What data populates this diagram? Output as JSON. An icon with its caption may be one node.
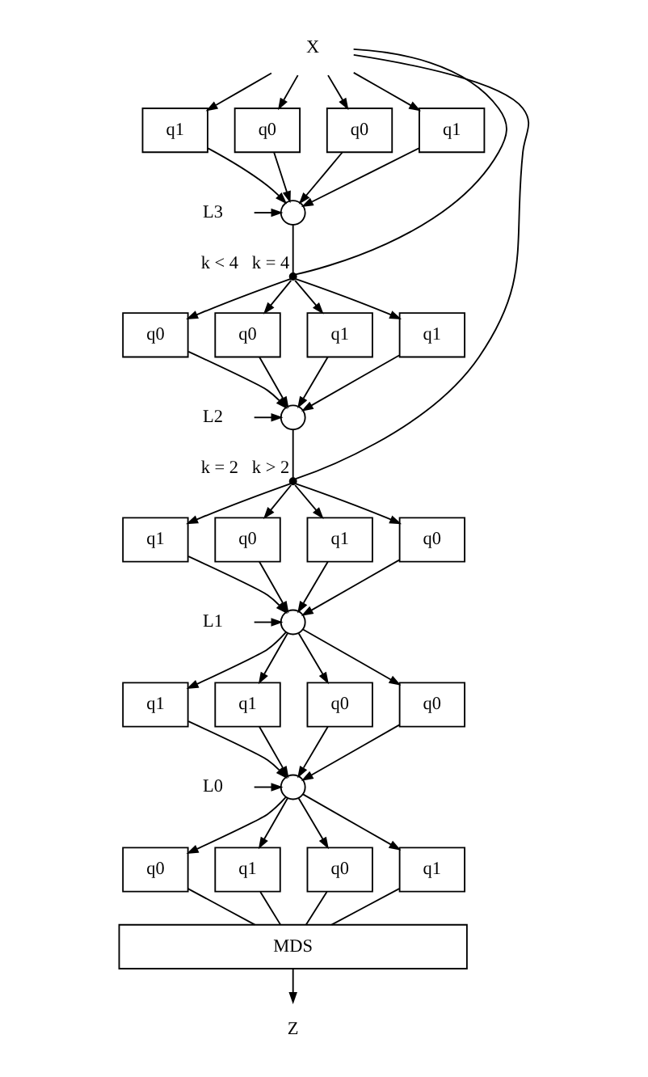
{
  "diagram": {
    "nodes": [
      {
        "text": [
          "X"
        ]
      },
      {
        "text": [
          "q1"
        ]
      },
      {
        "text": [
          "q0"
        ]
      },
      {
        "text": [
          "q0"
        ]
      },
      {
        "text": [
          "q1"
        ]
      },
      {
        "text": [],
        "shape": "circle"
      },
      {
        "text": [
          "L3"
        ]
      },
      {
        "text": [],
        "shape": "switch",
        "beside": [
          "k < 4",
          "k = 4"
        ]
      },
      {
        "text": [
          "q0"
        ]
      },
      {
        "text": [
          "q0"
        ]
      },
      {
        "text": [
          "q1"
        ]
      },
      {
        "text": [
          "q1"
        ]
      },
      {
        "text": [],
        "shape": "circle"
      },
      {
        "text": [
          "L2"
        ]
      },
      {
        "text": [],
        "shape": "switch",
        "beside": [
          "k = 2",
          "k > 2"
        ]
      },
      {
        "text": [
          "q1"
        ]
      },
      {
        "text": [
          "q0"
        ]
      },
      {
        "text": [
          "q1"
        ]
      },
      {
        "text": [
          "q0"
        ]
      },
      {
        "text": [],
        "shape": "circle"
      },
      {
        "text": [
          "L1"
        ]
      },
      {
        "text": [
          "q1"
        ]
      },
      {
        "text": [
          "q1"
        ]
      },
      {
        "text": [
          "q0"
        ]
      },
      {
        "text": [
          "q0"
        ]
      },
      {
        "text": [],
        "shape": "circle"
      },
      {
        "text": [
          "L0"
        ]
      },
      {
        "text": [
          "q0"
        ]
      },
      {
        "text": [
          "q1"
        ]
      },
      {
        "text": [
          "q0"
        ]
      },
      {
        "text": [
          "q1"
        ]
      },
      {
        "text": [
          "MDS"
        ]
      },
      {
        "text": [
          "Z"
        ]
      }
    ],
    "edges": [
      {
        "from": 0,
        "to": 1,
        "arrow": "to"
      },
      {
        "from": 0,
        "to": 2,
        "arrow": "to"
      },
      {
        "from": 0,
        "to": 3,
        "arrow": "to"
      },
      {
        "from": 0,
        "to": 4,
        "arrow": "to"
      },
      {
        "from": 1,
        "to": 5,
        "arrow": "to"
      },
      {
        "from": 2,
        "to": 5,
        "arrow": "to"
      },
      {
        "from": 3,
        "to": 5,
        "arrow": "to"
      },
      {
        "from": 4,
        "to": 5,
        "arrow": "to"
      },
      {
        "from": 6,
        "to": 5,
        "arrow": "to"
      },
      {
        "from": 5,
        "to": 7,
        "arrow": "none"
      },
      {
        "from": 0,
        "to": 7,
        "arrow": "none"
      },
      {
        "from": 7,
        "to": 8,
        "arrow": "to"
      },
      {
        "from": 7,
        "to": 9,
        "arrow": "to"
      },
      {
        "from": 7,
        "to": 10,
        "arrow": "to"
      },
      {
        "from": 7,
        "to": 11,
        "arrow": "to"
      },
      {
        "from": 8,
        "to": 12,
        "arrow": "to"
      },
      {
        "from": 9,
        "to": 12,
        "arrow": "to"
      },
      {
        "from": 10,
        "to": 12,
        "arrow": "to"
      },
      {
        "from": 11,
        "to": 12,
        "arrow": "to"
      },
      {
        "from": 13,
        "to": 12,
        "arrow": "to"
      },
      {
        "from": 12,
        "to": 14,
        "arrow": "none"
      },
      {
        "from": 0,
        "to": 14,
        "arrow": "none"
      },
      {
        "from": 14,
        "to": 15,
        "arrow": "to"
      },
      {
        "from": 14,
        "to": 16,
        "arrow": "to"
      },
      {
        "from": 14,
        "to": 17,
        "arrow": "to"
      },
      {
        "from": 14,
        "to": 18,
        "arrow": "to"
      },
      {
        "from": 15,
        "to": 19,
        "arrow": "to"
      },
      {
        "from": 16,
        "to": 19,
        "arrow": "to"
      },
      {
        "from": 17,
        "to": 19,
        "arrow": "to"
      },
      {
        "from": 18,
        "to": 19,
        "arrow": "to"
      },
      {
        "from": 20,
        "to": 19,
        "arrow": "to"
      },
      {
        "from": 19,
        "to": 21,
        "arrow": "to"
      },
      {
        "from": 19,
        "to": 22,
        "arrow": "to"
      },
      {
        "from": 19,
        "to": 23,
        "arrow": "to"
      },
      {
        "from": 19,
        "to": 24,
        "arrow": "to"
      },
      {
        "from": 21,
        "to": 25,
        "arrow": "to"
      },
      {
        "from": 22,
        "to": 25,
        "arrow": "to"
      },
      {
        "from": 23,
        "to": 25,
        "arrow": "to"
      },
      {
        "from": 24,
        "to": 25,
        "arrow": "to"
      },
      {
        "from": 26,
        "to": 25,
        "arrow": "to"
      },
      {
        "from": 25,
        "to": 27,
        "arrow": "to"
      },
      {
        "from": 25,
        "to": 28,
        "arrow": "to"
      },
      {
        "from": 25,
        "to": 29,
        "arrow": "to"
      },
      {
        "from": 25,
        "to": 30,
        "arrow": "to"
      },
      {
        "from": 27,
        "to": 31,
        "arrow": "none"
      },
      {
        "from": 28,
        "to": 31,
        "arrow": "none"
      },
      {
        "from": 29,
        "to": 31,
        "arrow": "none"
      },
      {
        "from": 30,
        "to": 31,
        "arrow": "none"
      },
      {
        "from": 31,
        "to": 32,
        "arrow": "to"
      }
    ]
  }
}
